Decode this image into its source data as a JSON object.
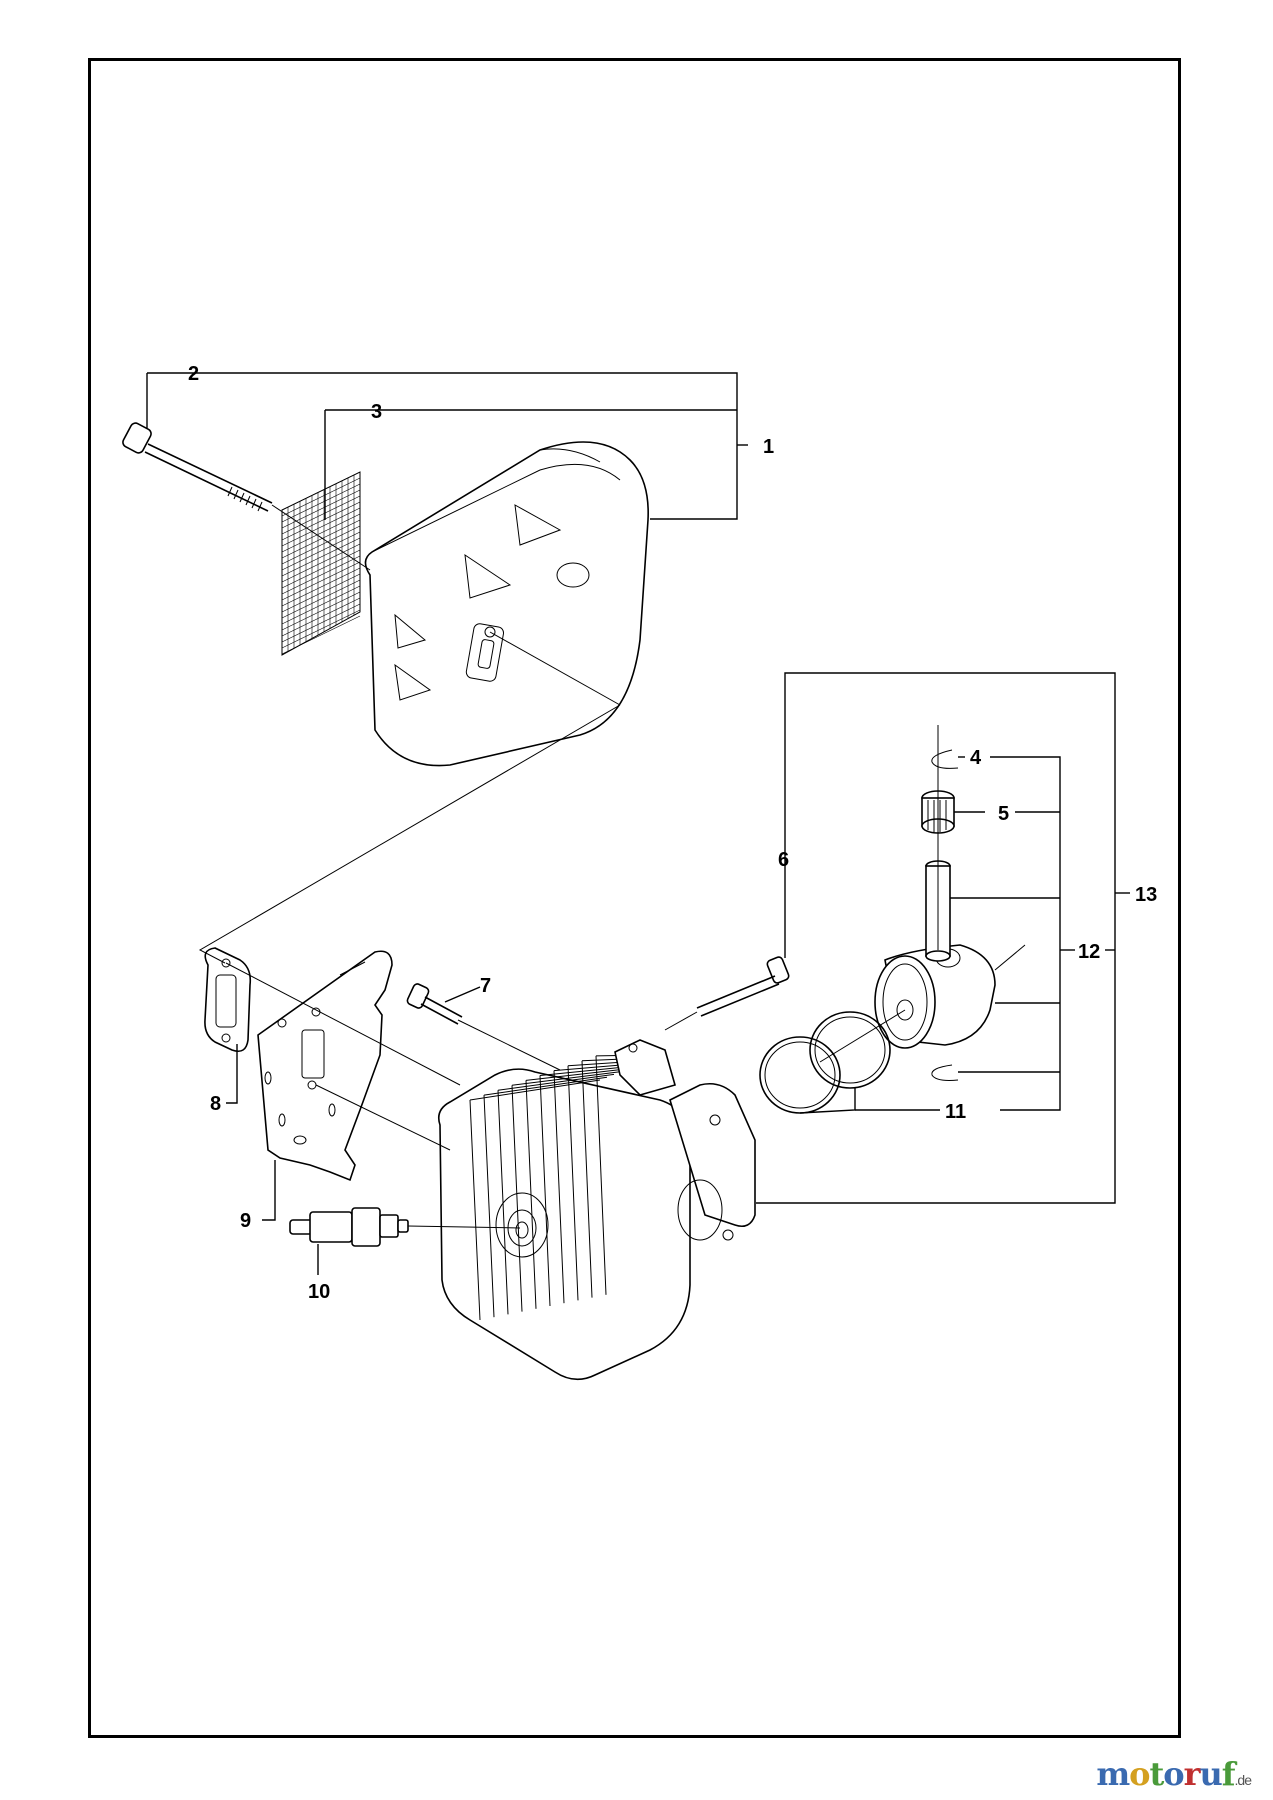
{
  "callouts": {
    "c1": "1",
    "c2": "2",
    "c3": "3",
    "c4": "4",
    "c5": "5",
    "c6": "6",
    "c7": "7",
    "c8": "8",
    "c9": "9",
    "c10": "10",
    "c11": "11",
    "c12": "12",
    "c13": "13"
  },
  "brand": {
    "letters": [
      "m",
      "o",
      "t",
      "o",
      "r",
      "u",
      "f"
    ],
    "colors": [
      "#3a6ab0",
      "#d4a020",
      "#4a9a3a",
      "#3a6ab0",
      "#c03030",
      "#3a6ab0",
      "#4a9a3a"
    ],
    "suffix": ".de"
  }
}
